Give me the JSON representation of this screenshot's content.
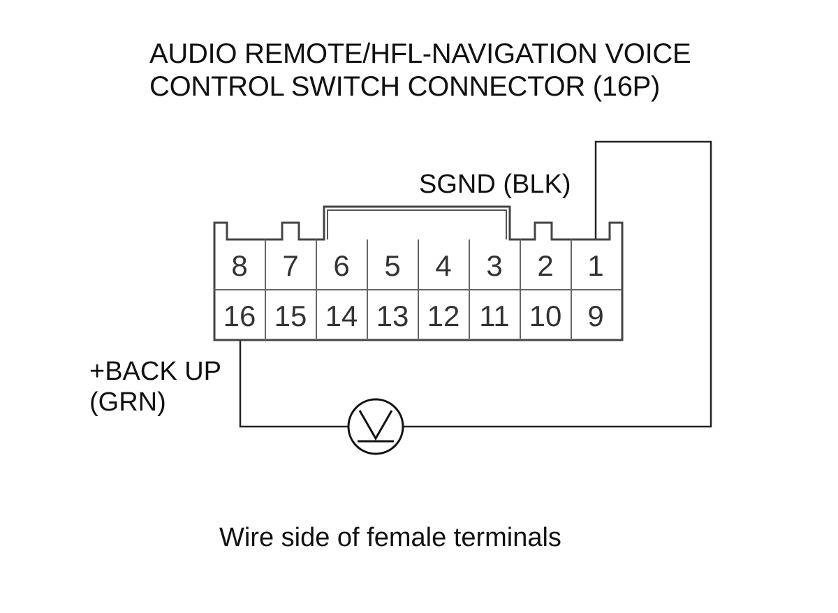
{
  "title": {
    "line1": "AUDIO REMOTE/HFL-NAVIGATION VOICE",
    "line2": "CONTROL SWITCH CONNECTOR (16P)"
  },
  "connector": {
    "top_row": [
      "8",
      "7",
      "6",
      "5",
      "4",
      "3",
      "2",
      "1"
    ],
    "bottom_row": [
      "16",
      "15",
      "14",
      "13",
      "12",
      "11",
      "10",
      "9"
    ]
  },
  "labels": {
    "sgnd": "SGND (BLK)",
    "backup_line1": "+BACK UP",
    "backup_line2": "(GRN)"
  },
  "meter_icon": "voltmeter-icon",
  "caption": "Wire side of female terminals"
}
